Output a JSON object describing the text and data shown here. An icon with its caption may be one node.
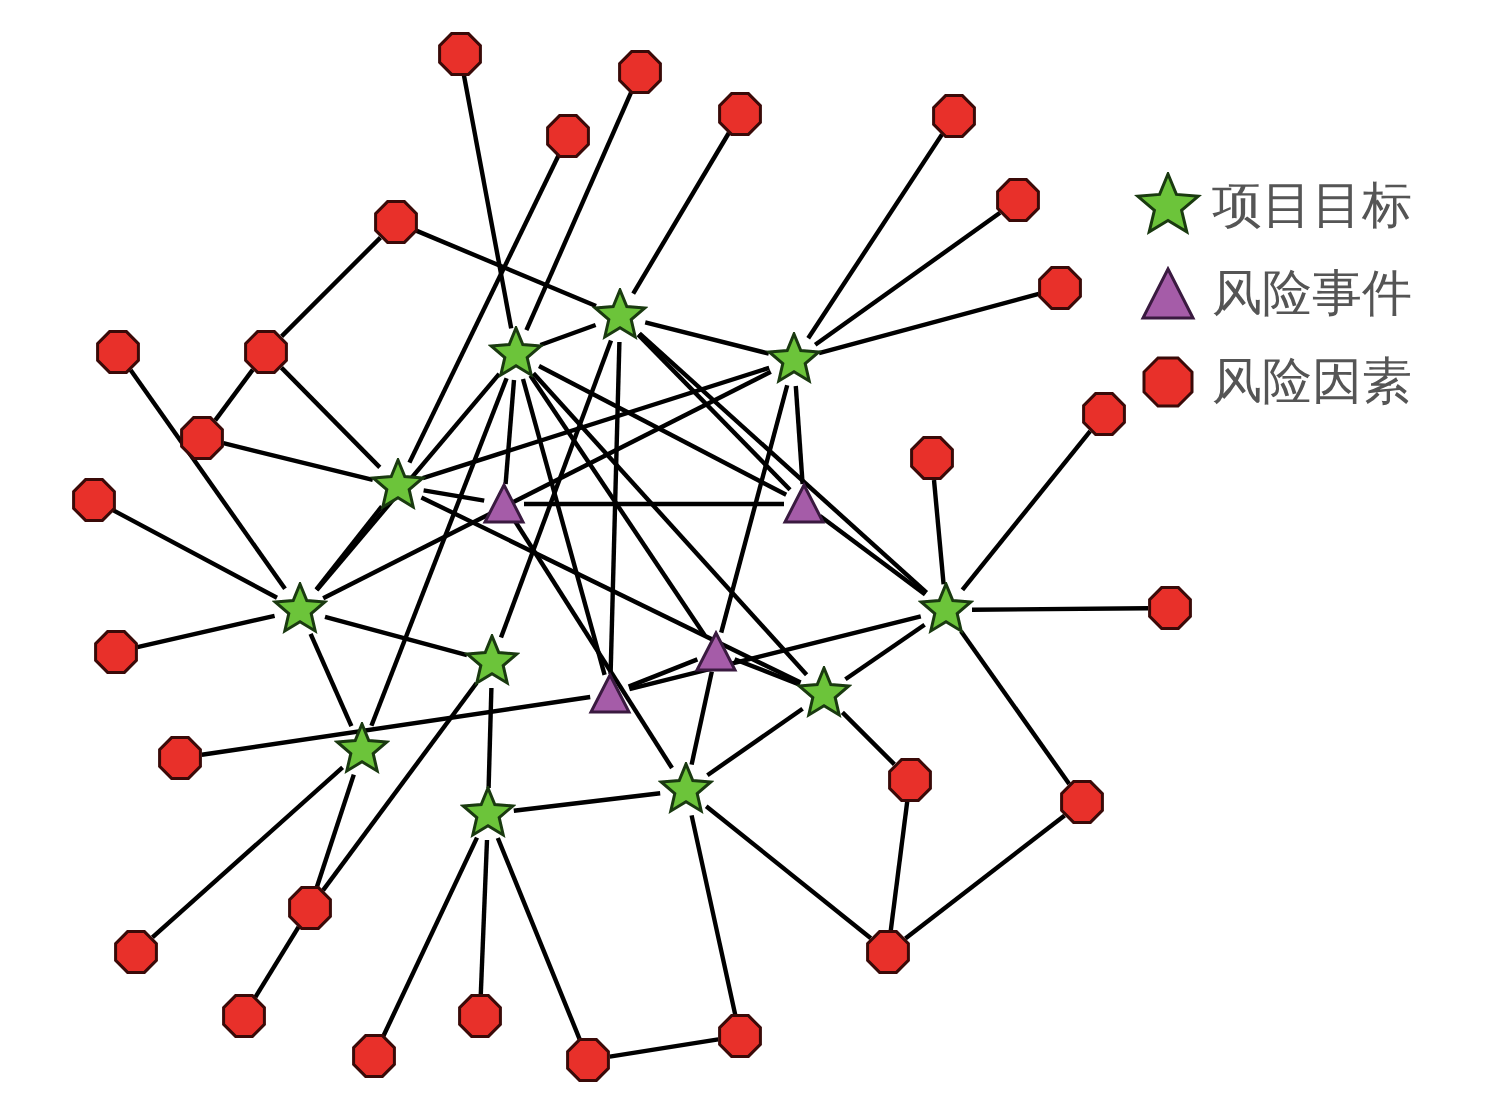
{
  "diagram": {
    "nodes": [
      {
        "text": [],
        "shape": "star"
      },
      {
        "text": [],
        "shape": "star"
      },
      {
        "text": [],
        "shape": "star"
      },
      {
        "text": [],
        "shape": "star"
      },
      {
        "text": [],
        "shape": "star"
      },
      {
        "text": [],
        "shape": "star"
      },
      {
        "text": [],
        "shape": "star"
      },
      {
        "text": [],
        "shape": "star"
      },
      {
        "text": [],
        "shape": "star"
      },
      {
        "text": [],
        "shape": "star"
      },
      {
        "text": [],
        "shape": "star"
      },
      {
        "text": [],
        "shape": "triangle"
      },
      {
        "text": [],
        "shape": "triangle"
      },
      {
        "text": [],
        "shape": "triangle"
      },
      {
        "text": [],
        "shape": "triangle"
      },
      {
        "text": [],
        "shape": "octagon"
      },
      {
        "text": [],
        "shape": "octagon"
      },
      {
        "text": [],
        "shape": "octagon"
      },
      {
        "text": [],
        "shape": "octagon"
      },
      {
        "text": [],
        "shape": "octagon"
      },
      {
        "text": [],
        "shape": "octagon"
      },
      {
        "text": [],
        "shape": "octagon"
      },
      {
        "text": [],
        "shape": "octagon"
      },
      {
        "text": [],
        "shape": "octagon"
      },
      {
        "text": [],
        "shape": "octagon"
      },
      {
        "text": [],
        "shape": "octagon"
      },
      {
        "text": [],
        "shape": "octagon"
      },
      {
        "text": [],
        "shape": "octagon"
      },
      {
        "text": [],
        "shape": "octagon"
      },
      {
        "text": [],
        "shape": "octagon"
      },
      {
        "text": [],
        "shape": "octagon"
      },
      {
        "text": [],
        "shape": "octagon"
      },
      {
        "text": [],
        "shape": "octagon"
      },
      {
        "text": [],
        "shape": "octagon"
      },
      {
        "text": [],
        "shape": "octagon"
      },
      {
        "text": [],
        "shape": "octagon"
      },
      {
        "text": [],
        "shape": "octagon"
      },
      {
        "text": [],
        "shape": "octagon"
      },
      {
        "text": [],
        "shape": "octagon"
      },
      {
        "text": [],
        "shape": "octagon"
      },
      {
        "text": [],
        "shape": "octagon"
      },
      {
        "text": [],
        "shape": "octagon"
      }
    ],
    "edges": [
      {
        "from": 15,
        "to": 1,
        "arrow": "none"
      },
      {
        "from": 16,
        "to": 1,
        "arrow": "none"
      },
      {
        "from": 17,
        "to": 0,
        "arrow": "none"
      },
      {
        "from": 19,
        "to": 3,
        "arrow": "none"
      },
      {
        "from": 18,
        "to": 2,
        "arrow": "none"
      },
      {
        "from": 20,
        "to": 2,
        "arrow": "none"
      },
      {
        "from": 22,
        "to": 2,
        "arrow": "none"
      },
      {
        "from": 21,
        "to": 0,
        "arrow": "none"
      },
      {
        "from": 21,
        "to": 24,
        "arrow": "none"
      },
      {
        "from": 24,
        "to": 26,
        "arrow": "none"
      },
      {
        "from": 24,
        "to": 3,
        "arrow": "none"
      },
      {
        "from": 26,
        "to": 3,
        "arrow": "none"
      },
      {
        "from": 23,
        "to": 4,
        "arrow": "none"
      },
      {
        "from": 28,
        "to": 4,
        "arrow": "none"
      },
      {
        "from": 30,
        "to": 4,
        "arrow": "none"
      },
      {
        "from": 27,
        "to": 5,
        "arrow": "none"
      },
      {
        "from": 25,
        "to": 5,
        "arrow": "none"
      },
      {
        "from": 29,
        "to": 5,
        "arrow": "none"
      },
      {
        "from": 31,
        "to": 14,
        "arrow": "none"
      },
      {
        "from": 35,
        "to": 8,
        "arrow": "none"
      },
      {
        "from": 34,
        "to": 8,
        "arrow": "none"
      },
      {
        "from": 37,
        "to": 34,
        "arrow": "none"
      },
      {
        "from": 34,
        "to": 6,
        "arrow": "none"
      },
      {
        "from": 40,
        "to": 10,
        "arrow": "none"
      },
      {
        "from": 38,
        "to": 10,
        "arrow": "none"
      },
      {
        "from": 41,
        "to": 10,
        "arrow": "none"
      },
      {
        "from": 41,
        "to": 39,
        "arrow": "none"
      },
      {
        "from": 39,
        "to": 9,
        "arrow": "none"
      },
      {
        "from": 9,
        "to": 10,
        "arrow": "none"
      },
      {
        "from": 9,
        "to": 36,
        "arrow": "none"
      },
      {
        "from": 9,
        "to": 7,
        "arrow": "none"
      },
      {
        "from": 9,
        "to": 13,
        "arrow": "none"
      },
      {
        "from": 36,
        "to": 32,
        "arrow": "none"
      },
      {
        "from": 36,
        "to": 33,
        "arrow": "none"
      },
      {
        "from": 32,
        "to": 7,
        "arrow": "none"
      },
      {
        "from": 33,
        "to": 5,
        "arrow": "none"
      },
      {
        "from": 7,
        "to": 5,
        "arrow": "none"
      },
      {
        "from": 7,
        "to": 13,
        "arrow": "none"
      },
      {
        "from": 1,
        "to": 0,
        "arrow": "none"
      },
      {
        "from": 0,
        "to": 2,
        "arrow": "none"
      },
      {
        "from": 1,
        "to": 11,
        "arrow": "none"
      },
      {
        "from": 1,
        "to": 12,
        "arrow": "none"
      },
      {
        "from": 1,
        "to": 14,
        "arrow": "none"
      },
      {
        "from": 1,
        "to": 13,
        "arrow": "none"
      },
      {
        "from": 1,
        "to": 4,
        "arrow": "none"
      },
      {
        "from": 1,
        "to": 8,
        "arrow": "none"
      },
      {
        "from": 1,
        "to": 7,
        "arrow": "none"
      },
      {
        "from": 0,
        "to": 12,
        "arrow": "none"
      },
      {
        "from": 0,
        "to": 14,
        "arrow": "none"
      },
      {
        "from": 0,
        "to": 5,
        "arrow": "none"
      },
      {
        "from": 0,
        "to": 6,
        "arrow": "none"
      },
      {
        "from": 2,
        "to": 3,
        "arrow": "none"
      },
      {
        "from": 2,
        "to": 12,
        "arrow": "none"
      },
      {
        "from": 2,
        "to": 4,
        "arrow": "none"
      },
      {
        "from": 2,
        "to": 13,
        "arrow": "none"
      },
      {
        "from": 3,
        "to": 11,
        "arrow": "none"
      },
      {
        "from": 3,
        "to": 4,
        "arrow": "none"
      },
      {
        "from": 11,
        "to": 12,
        "arrow": "none"
      },
      {
        "from": 4,
        "to": 6,
        "arrow": "none"
      },
      {
        "from": 4,
        "to": 8,
        "arrow": "none"
      },
      {
        "from": 6,
        "to": 10,
        "arrow": "none"
      },
      {
        "from": 12,
        "to": 5,
        "arrow": "none"
      },
      {
        "from": 14,
        "to": 5,
        "arrow": "none"
      },
      {
        "from": 11,
        "to": 9,
        "arrow": "none"
      },
      {
        "from": 14,
        "to": 13,
        "arrow": "none"
      },
      {
        "from": 3,
        "to": 7,
        "arrow": "none"
      }
    ],
    "legend": [
      {
        "text": "项目目标"
      },
      {
        "text": "风险事件"
      },
      {
        "text": "风险因素"
      }
    ]
  }
}
